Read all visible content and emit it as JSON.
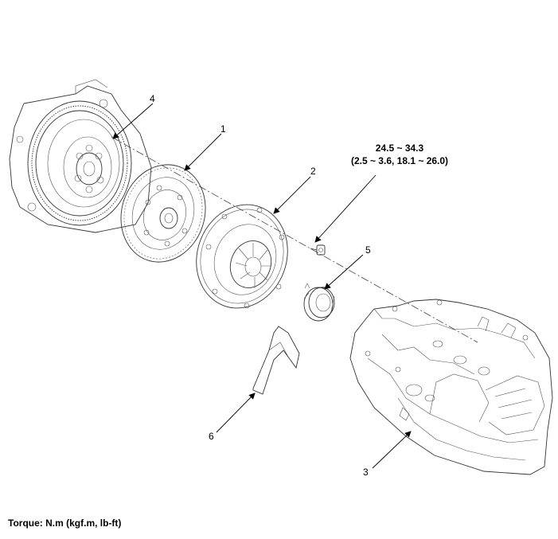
{
  "callouts": {
    "c1": "1",
    "c2": "2",
    "c3": "3",
    "c4": "4",
    "c5": "5",
    "c6": "6"
  },
  "torque_spec": {
    "line1": "24.5 ~ 34.3",
    "line2": "(2.5 ~ 3.6, 18.1 ~ 26.0)"
  },
  "footer": {
    "torque_units": "Torque: N.m (kgf.m, lb-ft)"
  }
}
